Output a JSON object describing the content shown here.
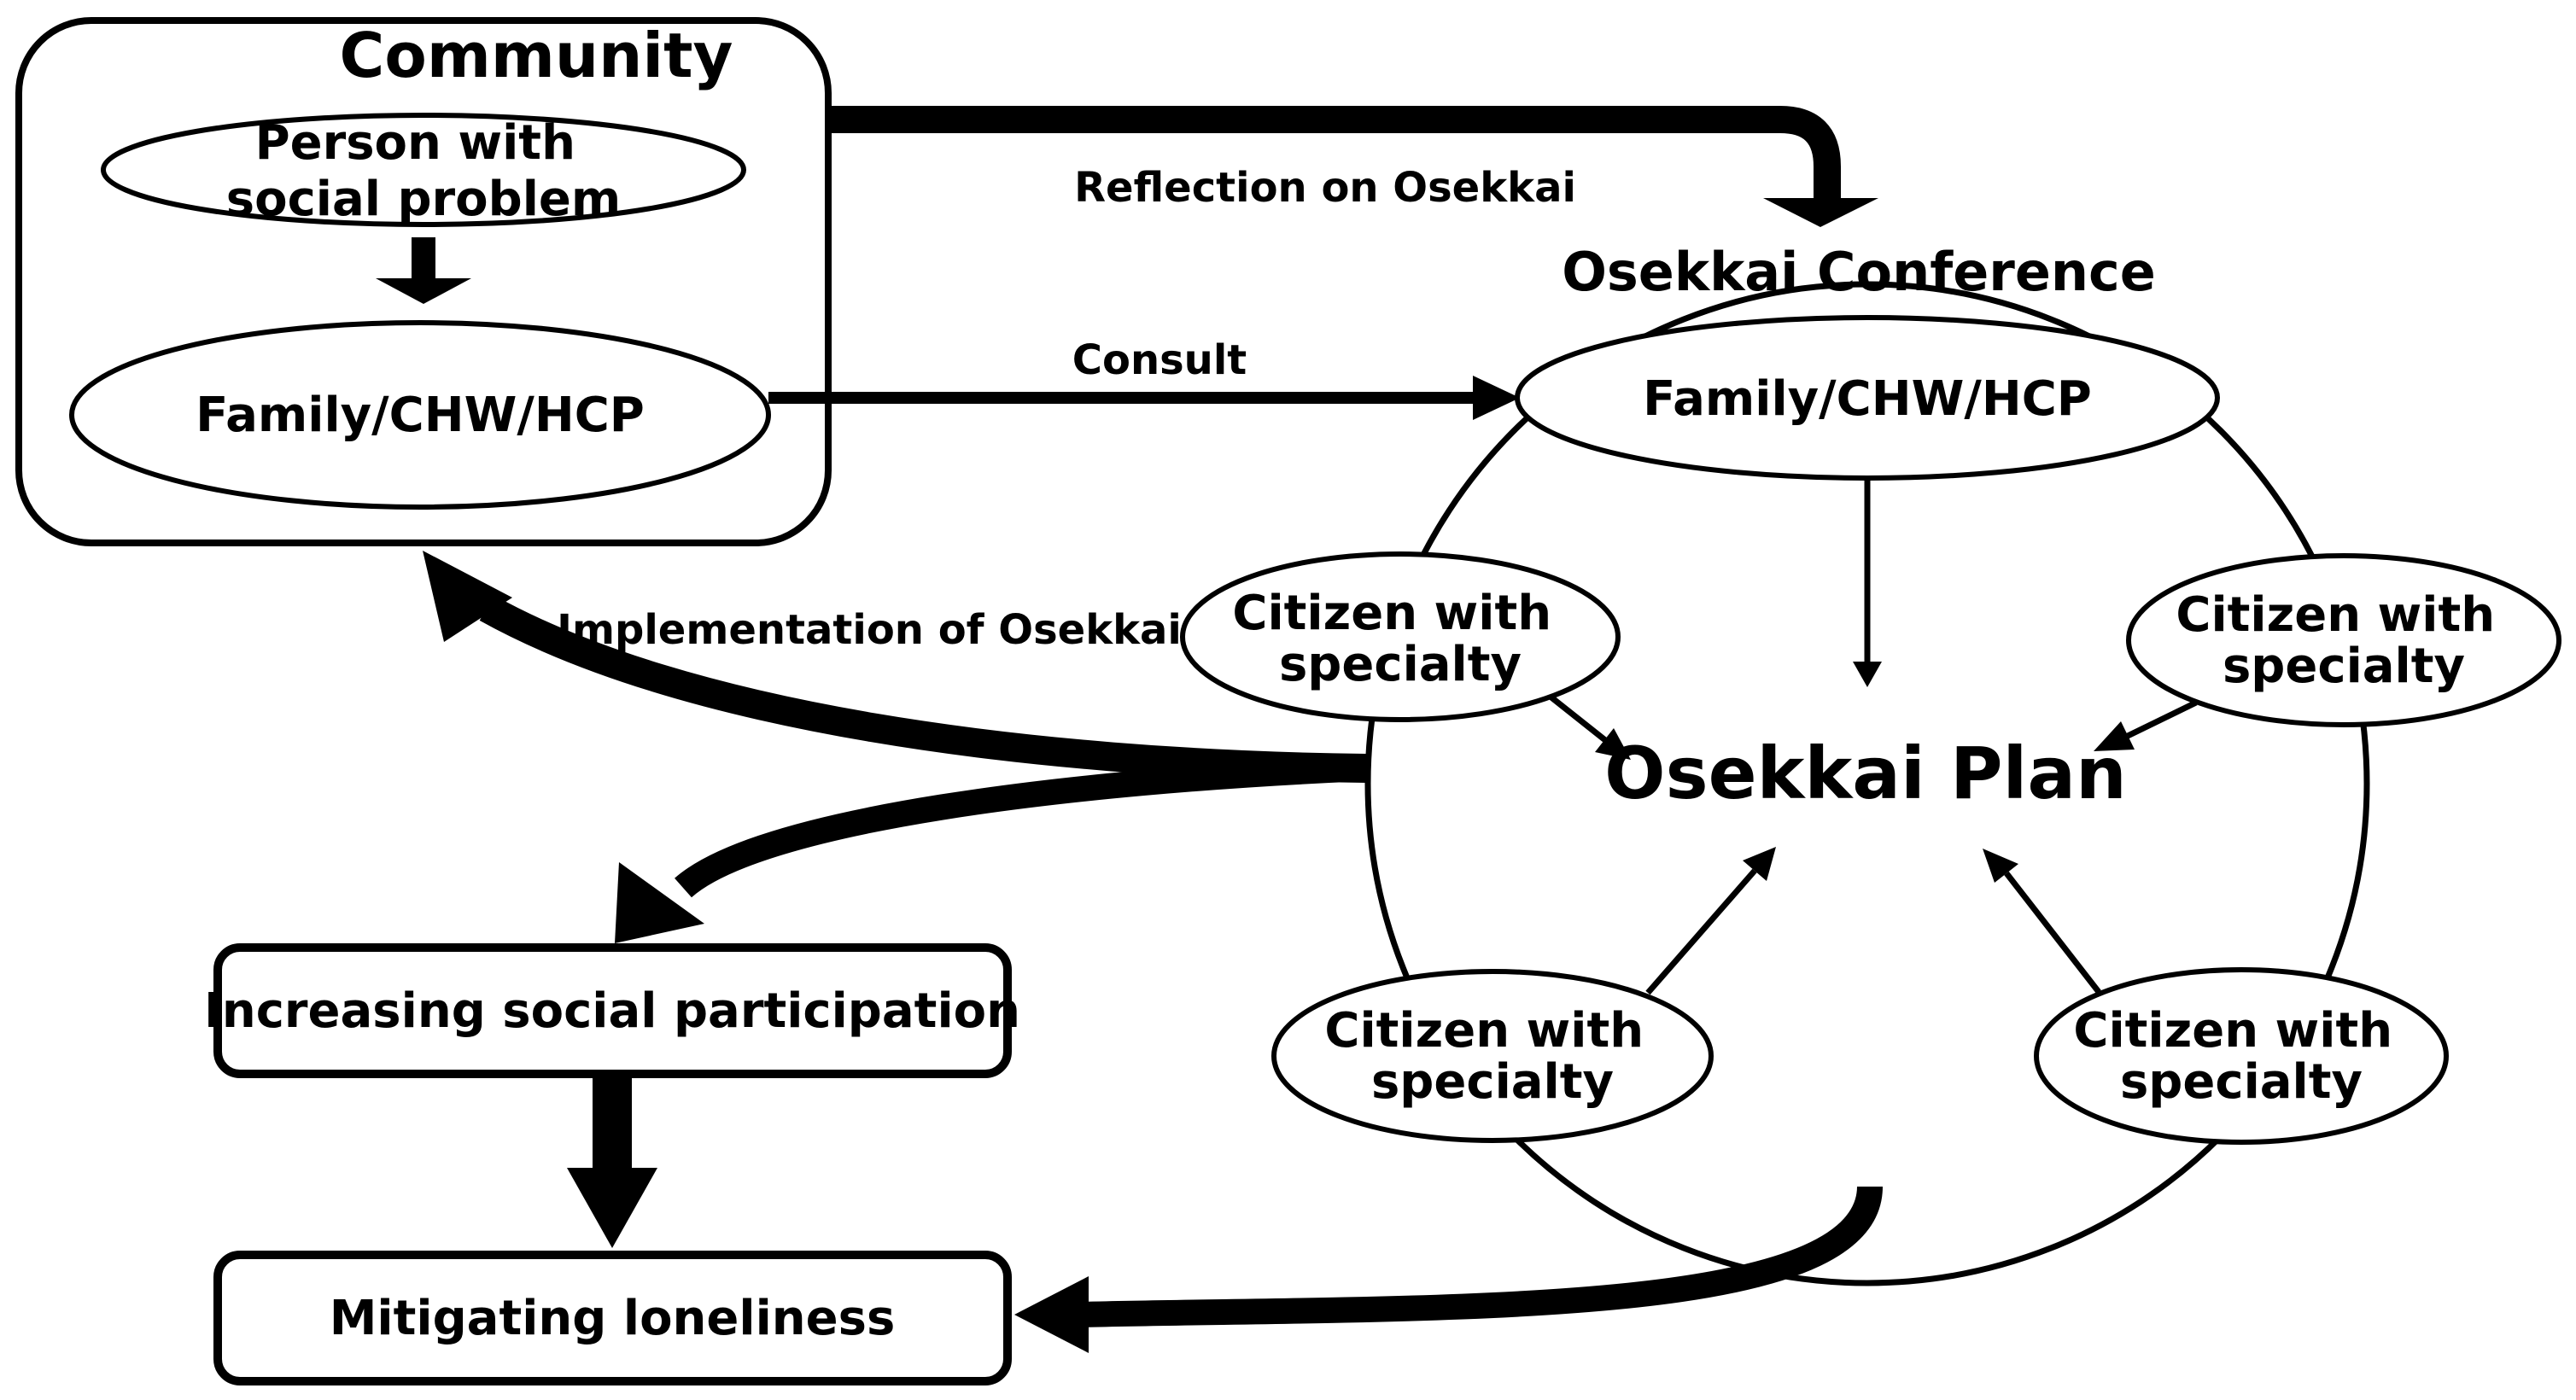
{
  "community": {
    "title": "Community",
    "person": [
      "Person with",
      "social problem"
    ],
    "family": "Family/CHW/HCP"
  },
  "conference": {
    "title": "Osekkai Conference",
    "family": "Family/CHW/HCP",
    "plan": "Osekkai Plan",
    "citizen": [
      "Citizen with",
      "specialty"
    ]
  },
  "edges": {
    "reflection": "Reflection on Osekkai",
    "consult": "Consult",
    "implementation": "Implementation of Osekkai"
  },
  "outcomes": {
    "participation": "Increasing social participation",
    "loneliness": "Mitigating loneliness"
  }
}
